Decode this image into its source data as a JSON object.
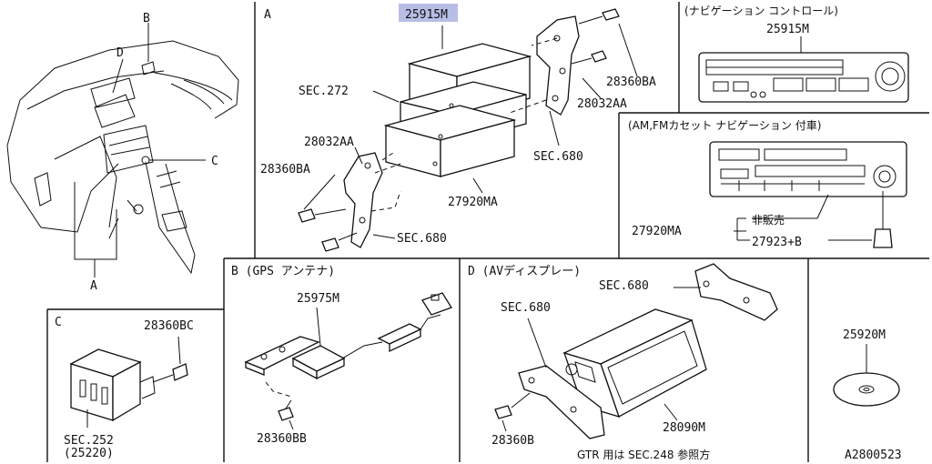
{
  "sections": {
    "overview": {
      "view_labels": [
        "B",
        "D",
        "C",
        "A"
      ]
    },
    "a": {
      "title": "A",
      "callouts": [
        "25915M",
        "28360BA",
        "28032AA",
        "SEC.272",
        "28032AA",
        "SEC.680",
        "28360BA",
        "27920MA",
        "SEC.680"
      ]
    },
    "nav_control": {
      "caption": "(ナビゲーション コントロール)",
      "part": "25915M"
    },
    "am_fm": {
      "caption": "(AM,FMカセット ナビゲーション 付車)",
      "parts": [
        "27920MA",
        "非販売",
        "27923+B"
      ]
    },
    "c": {
      "title": "C",
      "callouts": [
        "28360BC",
        "SEC.252",
        "(25220)"
      ]
    },
    "b": {
      "title": "B (GPS アンテナ)",
      "callouts": [
        "25975M",
        "28360BB"
      ]
    },
    "d": {
      "title": "D (AVディスプレー)",
      "callouts": [
        "SEC.680",
        "SEC.680",
        "28090M",
        "28360B"
      ],
      "note": "GTR 用は SEC.248 参照方"
    },
    "disc": {
      "part": "25920M"
    }
  },
  "highlight": {
    "part": "25915M",
    "color": "#b8bee6"
  },
  "diagram_code": "A2800523"
}
